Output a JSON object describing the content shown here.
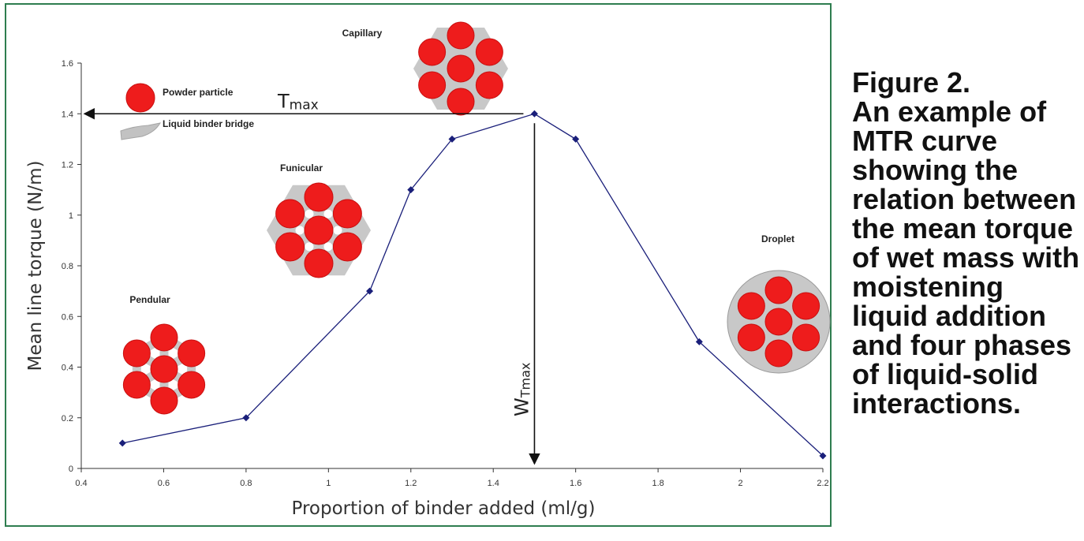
{
  "caption": {
    "label": "Figure 2.",
    "lines": [
      "An example of",
      "MTR curve",
      "showing the",
      "relation between",
      "the mean torque",
      "of wet mass with",
      "moistening",
      "liquid addition",
      "and four phases",
      "of liquid-solid",
      "interactions."
    ]
  },
  "chart_data": {
    "type": "line",
    "title": "",
    "xlabel": "Proportion of binder added (ml/g)",
    "ylabel": "Mean line torque (N/m)",
    "xlim": [
      0.4,
      2.2
    ],
    "ylim": [
      0,
      1.6
    ],
    "x_ticks": [
      "0.4",
      "0.6",
      "0.8",
      "1",
      "1.2",
      "1.4",
      "1.6",
      "1.8",
      "2",
      "2.2"
    ],
    "y_ticks": [
      "0",
      "0.2",
      "0.4",
      "0.6",
      "0.8",
      "1",
      "1.2",
      "1.4",
      "1.6"
    ],
    "grid": false,
    "series": [
      {
        "x": [
          0.5,
          0.8,
          1.1,
          1.2,
          1.3,
          1.5,
          1.6,
          1.9,
          2.2
        ],
        "y": [
          0.1,
          0.2,
          0.7,
          1.1,
          1.3,
          1.4,
          1.3,
          0.5,
          0.05
        ],
        "color": "#1a1f7a"
      }
    ],
    "annotations": {
      "tmax": "Tmax",
      "tmax_main": "T",
      "tmax_sub": "max",
      "tmax_y": 1.4,
      "wtmax": "WTmax",
      "wtmax_main": "W",
      "wtmax_sub": "Tmax",
      "wtmax_x": 1.5,
      "legend_particle": "Powder particle",
      "legend_bridge": "Liquid binder bridge",
      "phases": [
        "Pendular",
        "Funicular",
        "Capillary",
        "Droplet"
      ]
    },
    "colors": {
      "particle": "#ee1c1c",
      "particle_edge": "#c81010",
      "binder": "#c8c8c8",
      "line": "#1a1f7a",
      "frame": "#2e7d4f"
    }
  }
}
